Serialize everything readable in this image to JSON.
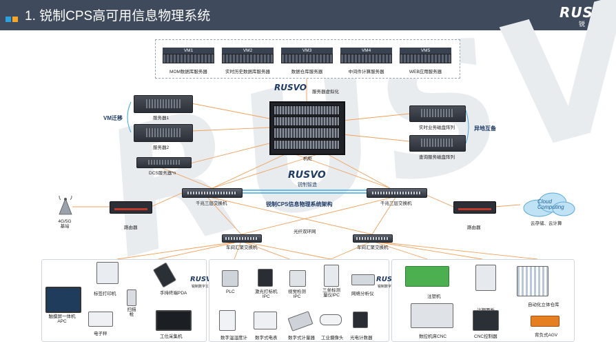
{
  "header": {
    "title": "1. 锐制CPS高可用信息物理系统",
    "logo_text": "RUSVO",
    "logo_sub": "锐 智"
  },
  "watermark": "RUSVO",
  "virtualization": {
    "vms": [
      {
        "tag": "VM1",
        "label": "MOM数据库服务器"
      },
      {
        "tag": "VM2",
        "label": "实时历史数据库服务器"
      },
      {
        "tag": "VM3",
        "label": "数据仓库服务器"
      },
      {
        "tag": "VM4",
        "label": "中间件计算服务器"
      },
      {
        "tag": "VM5",
        "label": "WEB应用服务器"
      }
    ],
    "label": "服务器虚拟化"
  },
  "servers": {
    "vm_link": "VM迁移",
    "server1": "服务器1",
    "server2": "服务器2",
    "dcs": "DCS服务器*n",
    "cabinet": "机柜",
    "storage_realtime": "实时业务磁盘阵列",
    "storage_query": "查询服务磁盘阵列",
    "backup": "异地互备"
  },
  "network": {
    "brand_logo": "RUSVO",
    "brand_sub": "锐制智造",
    "switch_left": "千兆三层交换机",
    "switch_right": "千兆三层交换机",
    "architecture": "锐制CPS信息物理系统架构",
    "base_station": "4G/5G\n基站",
    "router_left": "路由器",
    "router_right": "路由器",
    "cloud_word": "Cloud Computing",
    "cloud_label": "云存储、云计算",
    "fiber_ring": "光纤双环网",
    "workshop_left": "车间汇聚交换机",
    "workshop_right": "车间汇聚交换机"
  },
  "panel_left": {
    "devices": {
      "label_printer": "标签打印机",
      "pda": "手持终端PDA",
      "panel_pc": "触摸屏一体机\nAPC",
      "scanner": "扫描\n枪",
      "scale": "电子秤",
      "collector": "工位采集机"
    },
    "logo": "RUSVO",
    "logo_sub": "锐制数字工厂"
  },
  "panel_mid": {
    "devices": {
      "plc": "PLC",
      "laser": "激光打标机\nIPC",
      "vision": "视觉检测\nIPC",
      "cmm": "三坐标测\n量仪IPC",
      "network_analyzer": "网络分析仪",
      "thermo": "数字温湿度计",
      "meter": "数字式电表",
      "gauge": "数字式计量器",
      "camera": "工业摄像头",
      "counter": "光电计数器"
    },
    "logo": "RUSVO",
    "logo_sub": "锐制数字工厂"
  },
  "panel_right": {
    "devices": {
      "injection": "注塑机",
      "cnc_panel": "注塑面板",
      "warehouse": "自动化立体仓库",
      "cnc": "数控机床CNC",
      "cnc_controller": "CNC控制器",
      "agv": "背负式AGV"
    }
  },
  "colors": {
    "header_bg": "#3f4a5c",
    "accent_blue": "#2aa2df",
    "accent_orange": "#f5a623",
    "link_orange": "#f0a05a",
    "link_blue": "#3da7dc"
  }
}
